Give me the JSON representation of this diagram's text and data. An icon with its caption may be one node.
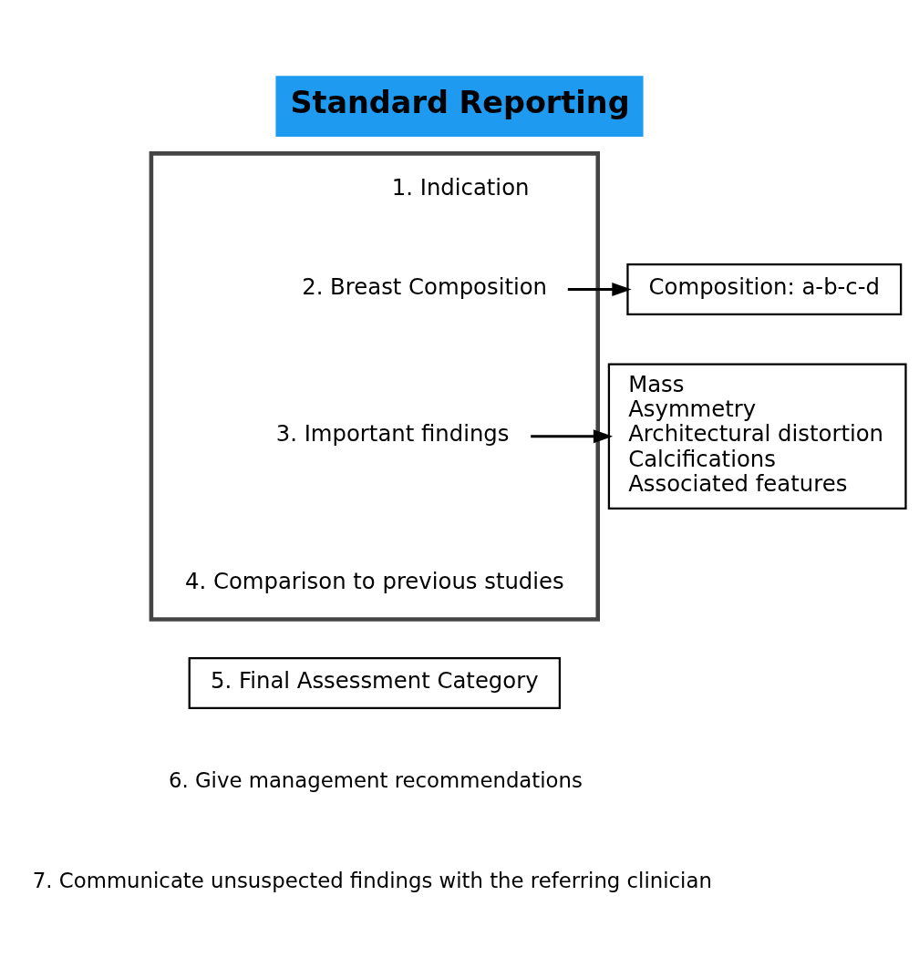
{
  "diagram": {
    "title": "Standard Reporting",
    "nodes": [
      {
        "text": [],
        "shape": "arrow"
      },
      {
        "text": [
          "1. Indication"
        ],
        "in": 0
      },
      {
        "text": [
          "2. Breast Composition"
        ],
        "in": 0
      },
      {
        "text": [
          "3. Important findings"
        ],
        "in": 0
      },
      {
        "text": [
          "4. Comparison to previous studies"
        ],
        "in": 0
      },
      {
        "text": [
          "Composition: a-b-c-d"
        ]
      },
      {
        "text": [
          "Mass",
          "Asymmetry",
          "Architectural distortion",
          "Calcifications",
          "Associated features"
        ]
      },
      {
        "text": [
          "5. Final Assessment Category"
        ]
      }
    ],
    "edges": [
      {
        "from": 2,
        "to": 5,
        "arrow": "to"
      },
      {
        "from": 3,
        "to": 6,
        "arrow": "to"
      }
    ],
    "labels": [
      "6. Give management recommendations",
      "7. Communicate unsuspected findings with the referring clinician"
    ]
  }
}
